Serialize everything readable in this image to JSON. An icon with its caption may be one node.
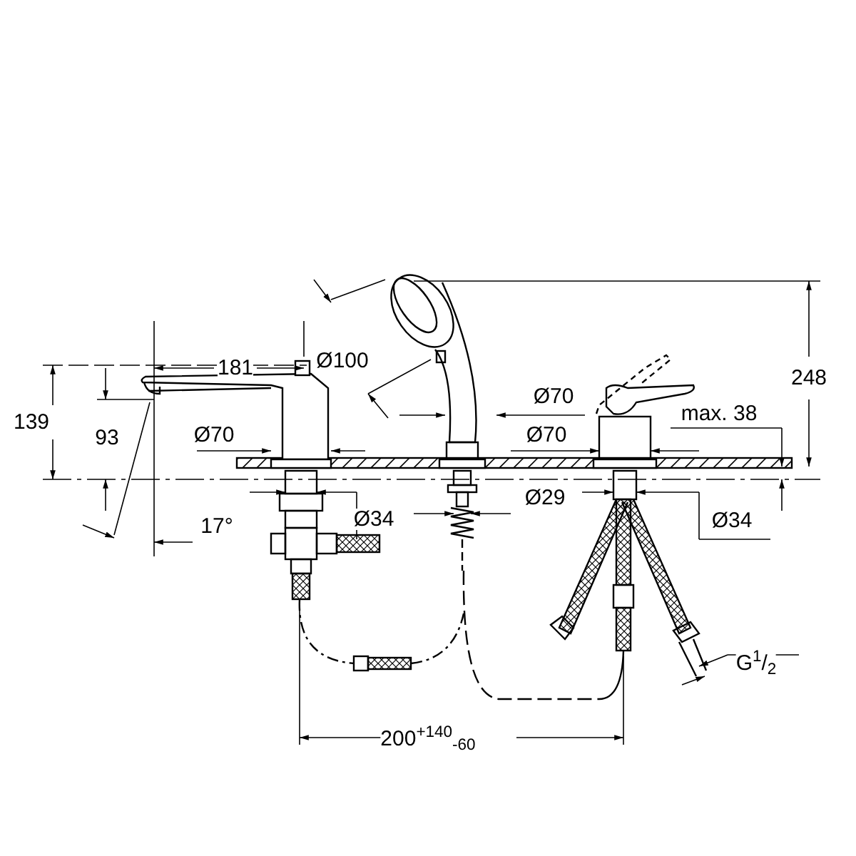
{
  "diagram": {
    "labels": [
      "181",
      "Ø100",
      "248",
      "139",
      "93",
      "Ø70",
      "Ø70",
      "Ø70",
      "max. 38",
      "17°",
      "Ø34",
      "Ø29",
      "Ø34",
      "G$^{1}$/$_{2}$",
      "200$^{+140}$$_{-60}$"
    ]
  }
}
